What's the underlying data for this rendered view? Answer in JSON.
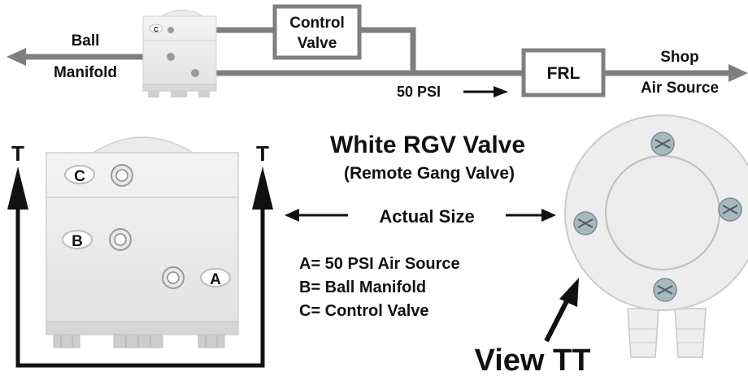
{
  "flow": {
    "control_valve_line1": "Control",
    "control_valve_line2": "Valve",
    "frl": "FRL",
    "ball_line1": "Ball",
    "ball_line2": "Manifold",
    "shop_line1": "Shop",
    "shop_line2": "Air Source",
    "psi_label": "50 PSI"
  },
  "title": {
    "main": "White RGV Valve",
    "sub": "(Remote Gang Valve)"
  },
  "size_label": "Actual Size",
  "ports": {
    "a": "A",
    "b": "B",
    "c": "C"
  },
  "legend": [
    "A= 50 PSI Air Source",
    "B= Ball Manifold",
    "C= Control Valve"
  ],
  "view_label": "View TT",
  "t_marker": "T",
  "colors": {
    "line": "#7f7f7f",
    "ink": "#111111",
    "valve_body": "#ececec",
    "valve_stroke": "#cfcfcf",
    "screw": "#a8b8c0"
  }
}
